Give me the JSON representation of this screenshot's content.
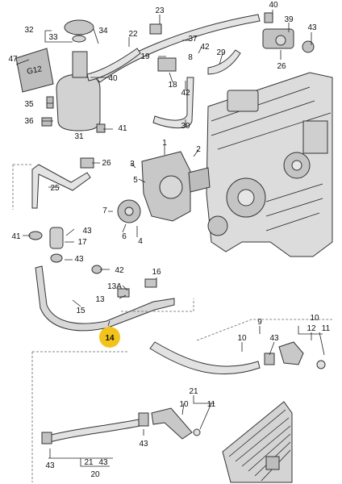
{
  "highlight_color": "#f2c31b",
  "part_color": "#c8c8c8",
  "hose_color": "#d6d6d6",
  "callouts": [
    {
      "id": "c1",
      "text": "1"
    },
    {
      "id": "c2",
      "text": "2"
    },
    {
      "id": "c3",
      "text": "3"
    },
    {
      "id": "c4",
      "text": "4"
    },
    {
      "id": "c5",
      "text": "5"
    },
    {
      "id": "c6",
      "text": "6"
    },
    {
      "id": "c7",
      "text": "7"
    },
    {
      "id": "c8",
      "text": "8"
    },
    {
      "id": "c9",
      "text": "9"
    },
    {
      "id": "c10a",
      "text": "10"
    },
    {
      "id": "c10b",
      "text": "10"
    },
    {
      "id": "c11a",
      "text": "11"
    },
    {
      "id": "c11b",
      "text": "11"
    },
    {
      "id": "c12",
      "text": "12"
    },
    {
      "id": "c13",
      "text": "13"
    },
    {
      "id": "c13A",
      "text": "13A"
    },
    {
      "id": "c14",
      "text": "14"
    },
    {
      "id": "c15",
      "text": "15"
    },
    {
      "id": "c16",
      "text": "16"
    },
    {
      "id": "c17",
      "text": "17"
    },
    {
      "id": "c18",
      "text": "18"
    },
    {
      "id": "c19",
      "text": "19"
    },
    {
      "id": "c20",
      "text": "20"
    },
    {
      "id": "c21a",
      "text": "21"
    },
    {
      "id": "c21b",
      "text": "21"
    },
    {
      "id": "c22",
      "text": "22"
    },
    {
      "id": "c23",
      "text": "23"
    },
    {
      "id": "c25",
      "text": "25"
    },
    {
      "id": "c26",
      "text": "26"
    },
    {
      "id": "c29",
      "text": "29"
    },
    {
      "id": "c30",
      "text": "30"
    },
    {
      "id": "c31",
      "text": "31"
    },
    {
      "id": "c32",
      "text": "32"
    },
    {
      "id": "c33",
      "text": "33"
    },
    {
      "id": "c34",
      "text": "34"
    },
    {
      "id": "c35",
      "text": "35"
    },
    {
      "id": "c36",
      "text": "36"
    },
    {
      "id": "c37",
      "text": "37"
    },
    {
      "id": "c39",
      "text": "39"
    },
    {
      "id": "c40a",
      "text": "40"
    },
    {
      "id": "c40b",
      "text": "40"
    },
    {
      "id": "c41a",
      "text": "41"
    },
    {
      "id": "c41b",
      "text": "41"
    },
    {
      "id": "c42a",
      "text": "42"
    },
    {
      "id": "c42b",
      "text": "42"
    },
    {
      "id": "c42c",
      "text": "42"
    },
    {
      "id": "c43a",
      "text": "43"
    },
    {
      "id": "c43b",
      "text": "43"
    },
    {
      "id": "c43c",
      "text": "43"
    },
    {
      "id": "c43d",
      "text": "43"
    },
    {
      "id": "c43e",
      "text": "43"
    },
    {
      "id": "c43f",
      "text": "43"
    },
    {
      "id": "c47",
      "text": "47"
    }
  ],
  "highlighted_callout": "14"
}
